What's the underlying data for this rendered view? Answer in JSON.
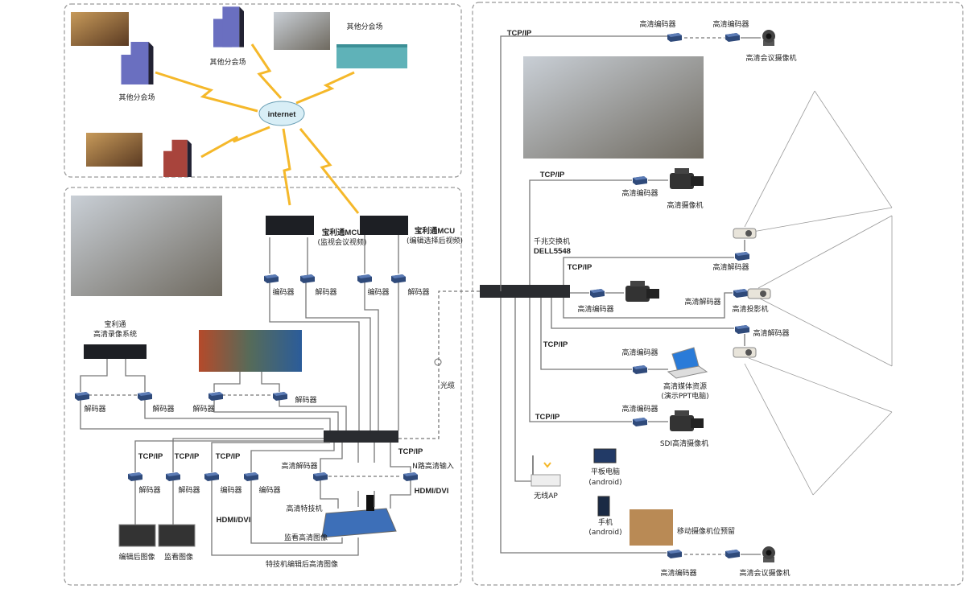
{
  "colors": {
    "lightning": "#f5b82a",
    "encoder": "#2f4a7a",
    "building_blue": "#6a6fc0",
    "building_teal": "#5fb2b8",
    "building_red": "#a8443c",
    "line": "#777777"
  },
  "top": {
    "sites": [
      "其他分会场",
      "其他分会场",
      "其他分会场"
    ],
    "cloud": "internet"
  },
  "left": {
    "mcu1": {
      "name": "宝利通MCU",
      "desc": "(监视会议视频)"
    },
    "mcu2": {
      "name": "宝利通MCU",
      "desc": "(编辑选择后视频)"
    },
    "mcu_codecs": [
      "编码器",
      "解码器",
      "编码器",
      "解码器"
    ],
    "recorder": {
      "line1": "宝利通",
      "line2": "高清录像系统"
    },
    "decoders_mid": [
      "解码器",
      "解码器",
      "解码器",
      "解码器"
    ],
    "fiber": "光缆",
    "tcpip": [
      "TCP/IP",
      "TCP/IP",
      "TCP/IP",
      "TCP/IP"
    ],
    "hd_decoder": "高清解码器",
    "n_input": "N路高清输入",
    "codecs_bottom": [
      "解码器",
      "解码器",
      "编码器",
      "编码器"
    ],
    "hdmi_dvi": [
      "HDMI/DVI",
      "HDMI/DVI"
    ],
    "effects": "高清特技机",
    "monitor_hd": "监看高清图像",
    "monitors": [
      "编辑后图像",
      "监看图像"
    ],
    "edited_hd": "特技机编辑后高清图像"
  },
  "right": {
    "tcpip": [
      "TCP/IP",
      "TCP/IP",
      "TCP/IP",
      "TCP/IP",
      "TCP/IP"
    ],
    "top_encoders": [
      "高清编码器",
      "高清编码器"
    ],
    "conf_camera_top": "高清会议摄像机",
    "encoder_cam": "高清编码器",
    "hd_camera": "高清摄像机",
    "switch": {
      "line1": "千兆交换机",
      "line2": "DELL5548"
    },
    "decoder1": "高清解码器",
    "encoder_cam2": "高清编码器",
    "decoder2": "高清解码器",
    "projector": "高清投影机",
    "decoder3": "高清解码器",
    "encoder_pc": "高清编码器",
    "media": {
      "line1": "高清媒体资源",
      "line2": "(演示PPT电脑)"
    },
    "encoder_sdi": "高清编码器",
    "sdi_camera": "SDI高清摄像机",
    "tablet": {
      "line1": "平板电脑",
      "line2": "(android)"
    },
    "ap": "无线AP",
    "phone": {
      "line1": "手机",
      "line2": "(android)"
    },
    "mobile_reserved": "移动摄像机位预留",
    "bottom_encoder": "高清编码器",
    "conf_camera_bottom": "高清会议摄像机"
  }
}
